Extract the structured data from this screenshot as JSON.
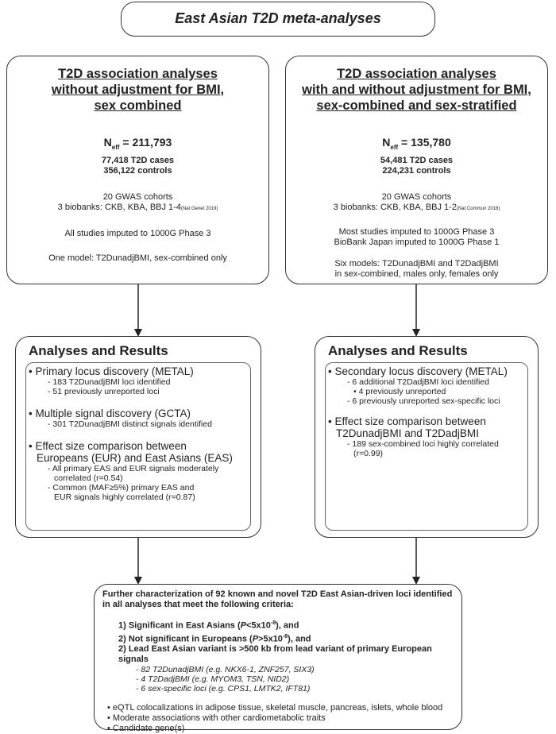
{
  "title": "East Asian T2D meta-analyses",
  "left_top": {
    "heading": [
      "T2D association analyses",
      "without adjustment for BMI,",
      "sex combined"
    ],
    "neff_prefix": "N",
    "neff_sub": "eff",
    "neff_value": " = 211,793",
    "cases": "77,418 T2D cases",
    "controls": "356,122 controls",
    "cohorts": "20 GWAS cohorts",
    "biobanks": "3 biobanks: CKB, KBA, BBJ 1-4",
    "biobanks_ref": "(Nat Genet 2019)",
    "imputation": "All studies imputed to 1000G Phase 3",
    "model": "One model: T2DunadjBMI, sex-combined only"
  },
  "right_top": {
    "heading": [
      "T2D association analyses",
      "with and without adjustment for BMI,",
      "sex-combined and sex-stratified"
    ],
    "neff_prefix": "N",
    "neff_sub": "eff",
    "neff_value": " = 135,780",
    "cases": "54,481 T2D cases",
    "controls": "224,231 controls",
    "cohorts": "20 GWAS cohorts",
    "biobanks": "3 biobanks: CKB, KBA, BBJ 1-2",
    "biobanks_ref": "(Nat Commun 2016)",
    "imputation1": "Most studies imputed to 1000G Phase 3",
    "imputation2": "BioBank Japan imputed to 1000G Phase 1",
    "model1": "Six models: T2DunadjBMI and T2DadjBMI",
    "model2": "in sex-combined, males only, females only"
  },
  "left_mid": {
    "heading": "Analyses and Results",
    "b1": "Primary locus discovery (METAL)",
    "b1s1": "- 183 T2DunadjBMI loci identified",
    "b1s2": "- 51 previously unreported loci",
    "b2": "Multiple signal discovery (GCTA)",
    "b2s1": "- 301 T2DunadjBMI distinct signals identified",
    "b3a": "Effect size comparison between",
    "b3b": "Europeans (EUR) and East Asians (EAS)",
    "b3s1a": "- All primary EAS and EUR signals moderately",
    "b3s1b": "correlated (r=0.54)",
    "b3s2a": "- Common (MAF≥5%) primary EAS and",
    "b3s2b": "EUR signals highly correlated (r=0.87)"
  },
  "right_mid": {
    "heading": "Analyses and Results",
    "b1": "Secondary locus discovery (METAL)",
    "b1s1": "- 6 additional T2DadjBMI loci identified",
    "b1s2": "• 4 previously unreported",
    "b1s3": "- 6 previously unreported sex-specific loci",
    "b2a": "Effect size comparison between",
    "b2b": "T2DunadjBMI and T2DadjBMI",
    "b2s1a": "- 189 sex-combined loci highly correlated",
    "b2s1b": "(r=0.99)"
  },
  "bottom": {
    "intro1": "Further characterization of 92 known and novel T2D East Asian-driven loci identified",
    "intro2": "in all analyses that meet the following criteria:",
    "c1a": "1) Significant in East Asians (",
    "c1p": "P",
    "c1b": "<5x10",
    "c1exp": "-8",
    "c1c": "), and",
    "c2a": "2) Not significant in Europeans (",
    "c2p": "P",
    "c2b": ">5x10",
    "c2exp": "-8",
    "c2c": "), and",
    "c3": "2) Lead East Asian variant is >500 kb from lead variant of primary European signals",
    "l1": "- 82 T2DunadjBMI (e.g. NKX6-1, ZNF257, SIX3)",
    "l2": "- 4 T2DadjBMI (e.g. MYOM3, TSN, NID2)",
    "l3": "- 6 sex-specific loci (e.g. CPS1, LMTK2, IFT81)",
    "f1": "eQTL colocalizations in adipose tissue, skeletal muscle, pancreas, islets, whole blood",
    "f2": "Moderate associations with other cardiometabolic traits",
    "f3": "Candidate gene(s)"
  }
}
